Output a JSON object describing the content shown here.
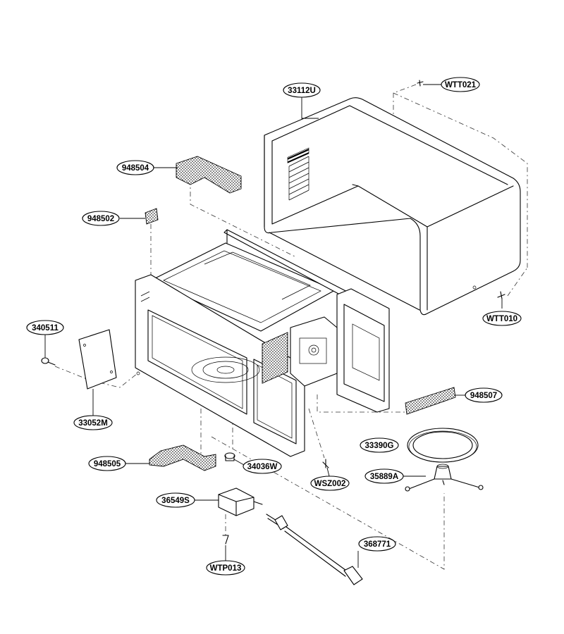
{
  "parts": [
    {
      "id": "WTT021"
    },
    {
      "id": "33112U"
    },
    {
      "id": "948504"
    },
    {
      "id": "948502"
    },
    {
      "id": "WTT010"
    },
    {
      "id": "340511"
    },
    {
      "id": "948507"
    },
    {
      "id": "33052M"
    },
    {
      "id": "33390G"
    },
    {
      "id": "948505"
    },
    {
      "id": "34036W"
    },
    {
      "id": "WSZ002"
    },
    {
      "id": "35889A"
    },
    {
      "id": "36549S"
    },
    {
      "id": "368771"
    },
    {
      "id": "WTP013"
    }
  ]
}
